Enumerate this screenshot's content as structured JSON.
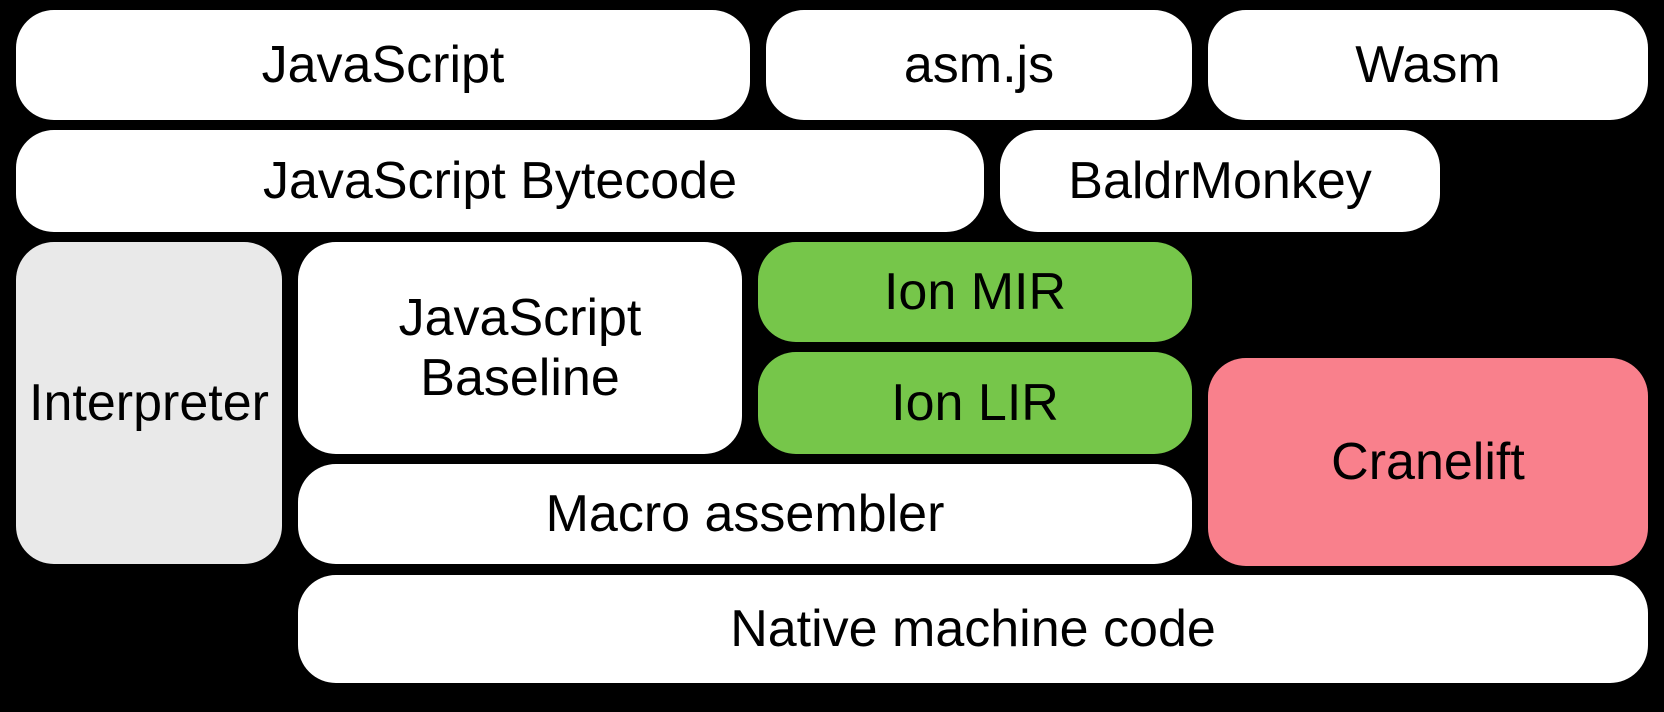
{
  "diagram": {
    "background": "#000000",
    "text_color": "#000000",
    "colors": {
      "white": "#ffffff",
      "gray": "#e9e9e9",
      "green": "#76c64a",
      "pink": "#f9808c"
    },
    "boxes": {
      "javascript": {
        "label": "JavaScript",
        "color": "#ffffff"
      },
      "asmjs": {
        "label": "asm.js",
        "color": "#ffffff"
      },
      "wasm": {
        "label": "Wasm",
        "color": "#ffffff"
      },
      "javascript_bytecode": {
        "label": "JavaScript Bytecode",
        "color": "#ffffff"
      },
      "baldrmonkey": {
        "label": "BaldrMonkey",
        "color": "#ffffff"
      },
      "interpreter": {
        "label": "Interpreter",
        "color": "#e9e9e9"
      },
      "javascript_baseline": {
        "line1": "JavaScript",
        "line2": "Baseline",
        "color": "#ffffff"
      },
      "ion_mir": {
        "label": "Ion MIR",
        "color": "#76c64a"
      },
      "ion_lir": {
        "label": "Ion LIR",
        "color": "#76c64a"
      },
      "cranelift": {
        "label": "Cranelift",
        "color": "#f9808c"
      },
      "macro_assembler": {
        "label": "Macro assembler",
        "color": "#ffffff"
      },
      "native_machine_code": {
        "label": "Native machine code",
        "color": "#ffffff"
      }
    }
  }
}
